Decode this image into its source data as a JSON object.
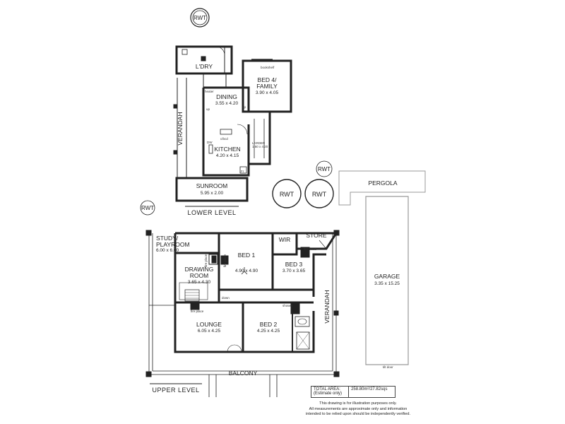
{
  "rwt_label": "RWT",
  "levels": {
    "lower": "LOWER LEVEL",
    "upper": "UPPER LEVEL"
  },
  "rooms": {
    "laundry": {
      "name": "L'DRY"
    },
    "bed4": {
      "name1": "BED 4/",
      "name2": "FAMILY",
      "dims": "3.90 x 4.05"
    },
    "dining": {
      "name": "DINING",
      "dims": "3.55 x 4.20"
    },
    "kitchen": {
      "name": "KITCHEN",
      "dims": "4.20 x 4.15"
    },
    "larder": {
      "name": "LARDER",
      "dims": "1.60 x 4.20"
    },
    "sunroom": {
      "name": "SUNROOM",
      "dims": "5.95 x 2.00"
    },
    "verandah_lower": {
      "name": "VERANDAH"
    },
    "pergola": {
      "name": "PERGOLA"
    },
    "garage": {
      "name": "GARAGE",
      "dims": "3.35 x 15.25"
    },
    "study": {
      "name1": "STUDY/",
      "name2": "PLAYROOM",
      "dims": "6.00 x 6.60"
    },
    "drawing": {
      "name1": "DRAWING",
      "name2": "ROOM",
      "dims": "3.65 x 4.30"
    },
    "bed1": {
      "name": "BED 1",
      "dims": "4.90 x 4.90"
    },
    "wir": {
      "name": "WIR"
    },
    "store": {
      "name": "STORE"
    },
    "bed3": {
      "name": "BED 3",
      "dims": "3.70 x 3.65"
    },
    "lounge": {
      "name": "LOUNGE",
      "dims": "6.05 x 4.25"
    },
    "bed2": {
      "name": "BED 2",
      "dims": "4.25 x 4.25"
    },
    "verandah_upper": {
      "name": "VERANDAH"
    },
    "balcony": {
      "name": "BALCONY"
    }
  },
  "fixtures": {
    "bookshelf": "bookshelf",
    "heater": "heater",
    "up1": "up",
    "up2": "up",
    "cbd": "cbd",
    "dw": "DW",
    "cbd_kitchen": "c/bcd",
    "fr": "Fr",
    "fireplace1": "fire place",
    "fireplace2": "fire place",
    "fireplace3": "fire place",
    "fireplace4": "fire place",
    "down": "down",
    "tilt_door": "tilt door",
    "shower": "shower"
  },
  "area": {
    "label": "TOTAL AREA:",
    "sublabel": "(Estimate only)",
    "value": "258.80m²/27.82sqs"
  },
  "disclaimer": [
    "This drawing is for illustration purposes only.",
    "All measurements are approximate only and information",
    "intended to be relied upon should be independently verified."
  ]
}
